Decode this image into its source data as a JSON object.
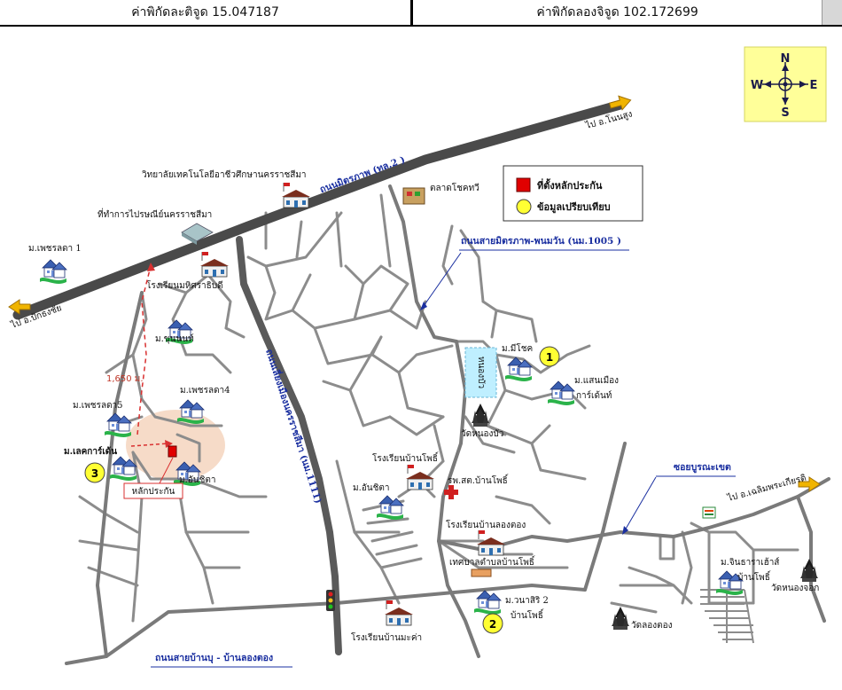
{
  "header": {
    "latitude": "ค่าพิกัดละติจูด 15.047187",
    "longitude": "ค่าพิกัดลองจิจูด 102.172699"
  },
  "compass": {
    "n": "N",
    "s": "S",
    "e": "E",
    "w": "W"
  },
  "legend": {
    "subject": "ที่ตั้งหลักประกัน",
    "comparable": "ข้อมูลเปรียบเทียบ"
  },
  "directions": {
    "to_non_sung": "ไป อ.โนนสูง",
    "to_pak_thong_chai": "ไป อ.ปักธงชัย",
    "to_chaloem_phrakiat": "ไป อ.เฉลิมพระเกียรติ"
  },
  "roads": {
    "mittraphap": "ถนนมิตรภาพ (ทล.2 )",
    "mittraphap_phanomwan": "ถนนสายมิตรภาพ-พนมวัน (นม.1005 )",
    "soi_buranakhet": "ซอยบูรณะเขต",
    "ban_bu_ban_long_tong": "ถนนสายบ้านบุ - บ้านลองตอง",
    "liang_muang": "ถนนเลี่ยงเมืองนครราชสีมา (นม.1111)"
  },
  "places": {
    "vocational_college": "วิทยาลัยเทคโนโลยีอาชีวศึกษานครราชสีมา",
    "post_office": "ที่ทำการไปรษณีย์นครราชสีมา",
    "school_phra_sirindhorn": "โรงเรียนมหิศราธิบดี",
    "market": "ตลาดโชคทวี",
    "pond": "หนองบัว",
    "wat_nong_bua": "วัดหนองบัว",
    "school_ban_pho": "โรงเรียนบ้านโพธิ์",
    "hospital": "รพ.สต.บ้านโพธิ์",
    "school_ban_long_tong": "โรงเรียนบ้านลองตอง",
    "municipality": "เทศบาลตำบลบ้านโพธิ์",
    "school_ban_makha": "โรงเรียนบ้านมะค่า",
    "wat_long_tong": "วัดลองตอง",
    "wat_nong_chok": "วัดหนองจอก"
  },
  "villages": {
    "phetchlada1": "ม.เพชรลดา 1",
    "khunnot": "ม.ขุนนนท์",
    "phetchlada4": "ม.เพชรลดา4",
    "phetchlada5": "ม.เพชรลดา5",
    "lakeshore": "ม.เลคการ์เด้น",
    "anchita_left": "ม.อันชิตา",
    "anchita_mid": "ม.อันชิตา",
    "mechok": "ม.มีโชค",
    "saenmueang": "ม.แสนเมือง",
    "saenmueang_2": "การ์เด้นท์",
    "wanasiri": "ม.วนาสิริ 2",
    "wanasiri_2": "บ้านโพธิ์",
    "chintana": "ม.จินธาราเฮ้าส์",
    "chintana_2": "บ้านโพธิ์"
  },
  "subject_label": "หลักประกัน",
  "distance_label": "1,650 ม.",
  "comparables": [
    "1",
    "2",
    "3"
  ],
  "colors": {
    "road": "#8c8c8c",
    "main_road": "#4a4a4a",
    "subject": "#e00000",
    "comparable": "#ffff33",
    "label_blue": "#1a2fa0",
    "arrow": "#f0b400",
    "highlight": "#f3cfb6",
    "compass_bg": "#ffff99"
  }
}
